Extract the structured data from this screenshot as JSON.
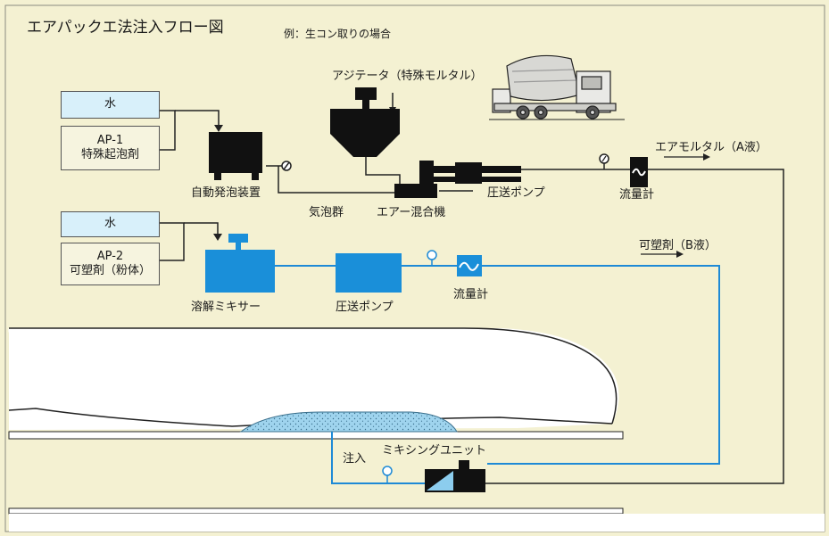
{
  "title": "エアパックエ法注入フロー図",
  "subtitle": "例：生コン取りの場合",
  "line_a": {
    "water": "水",
    "agent_code": "AP-1",
    "agent_name": "特殊起泡剤",
    "foam_generator": "自動発泡装置",
    "bubbles": "気泡群",
    "agitator": "アジテータ（特殊モルタル）",
    "air_mixer": "エアー混合機",
    "pump": "圧送ポンプ",
    "flowmeter": "流量計",
    "output": "エアモルタル（A液）"
  },
  "line_b": {
    "water": "水",
    "agent_code": "AP-2",
    "agent_name": "可塑剤（粉体）",
    "mixer": "溶解ミキサー",
    "pump": "圧送ポンプ",
    "flowmeter": "流量計",
    "output": "可塑剤（B液）"
  },
  "mixing_unit": "ミキシングユニット",
  "injection": "注入",
  "colors": {
    "background": "#f4f1d2",
    "b_line": "#1e8ad6",
    "b_equipment": "#1a8fd9",
    "input_box": "#d8f0fa",
    "ground": "#ffffff",
    "grout": "#9fd4ee"
  }
}
